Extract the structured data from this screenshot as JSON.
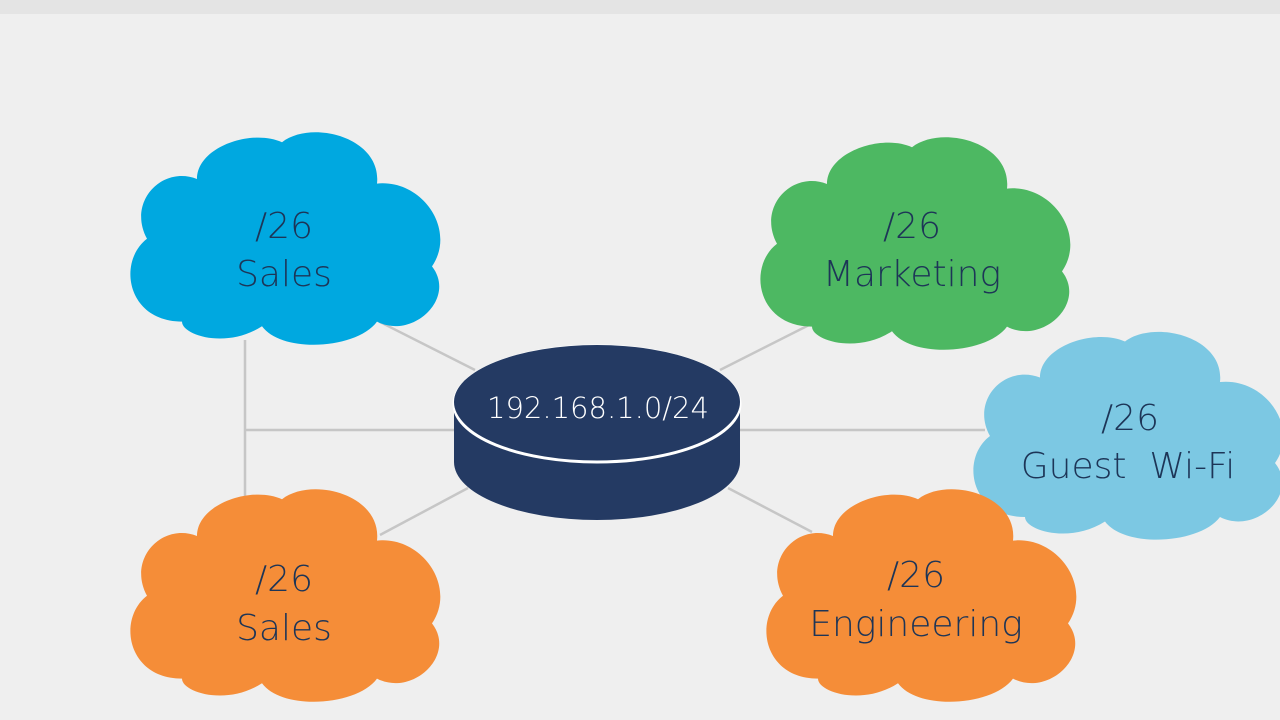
{
  "diagram": {
    "router": {
      "label": "192.168.1.0/24",
      "color": "#243a63",
      "ring_color": "#ffffff"
    },
    "clouds": [
      {
        "id": "sales-top",
        "prefix": "/26",
        "name": "Sales",
        "color": "#00a8e0",
        "text_color": "#1d3557"
      },
      {
        "id": "marketing",
        "prefix": "/26",
        "name": "Marketing",
        "color": "#4db862",
        "text_color": "#1d3557"
      },
      {
        "id": "guest-wifi",
        "prefix": "/26",
        "name": "Guest  Wi-Fi",
        "color": "#7cc8e3",
        "text_color": "#1d3557"
      },
      {
        "id": "sales-bottom",
        "prefix": "/26",
        "name": "Sales",
        "color": "#f58d38",
        "text_color": "#1d3557"
      },
      {
        "id": "engineering",
        "prefix": "/26",
        "name": "Engineering",
        "color": "#f58d38",
        "text_color": "#1d3557"
      }
    ],
    "link_color": "#c6c6c6",
    "background": "#efefef"
  }
}
